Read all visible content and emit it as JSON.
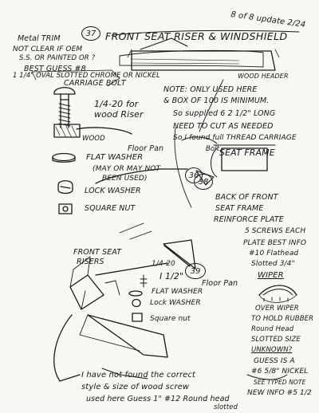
{
  "header": {
    "page_number": "37",
    "title": "FRONT SEAT RISER & WINDSHIELD",
    "update": "8 of 8 update 2/24"
  },
  "trim_note": {
    "line1": "Metal TRIM",
    "line2": "NOT CLEAR IF OEM",
    "line3": "S.S. OR PAINTED OR ?",
    "line4": "BEST GUESS #8",
    "line5": "1 1/4\" OVAL SLOTTED CHROME OR NICKEL"
  },
  "wood_header_label": "WOOD HEADER",
  "bolt": {
    "label": "CARRIAGE BOLT",
    "spec1": "1/4-20 for",
    "spec2": "wood Riser"
  },
  "supply_note": {
    "line1": "NOTE: ONLY USED HERE",
    "line2": "& BOX OF 100 IS MINIMUM.",
    "line3": "So supplied 6 2 1/2\" LONG",
    "line4": "NEED TO CUT AS NEEDED",
    "line5": "So I found full THREAD CARRIAGE",
    "line6": "Bolt."
  },
  "hardware_stack": {
    "wood": "WOOD",
    "floor_pan": "Floor Pan",
    "flat_washer": "FLAT WASHER",
    "washer_note1": "(MAY OR MAY NOT",
    "washer_note2": "BEEN USED)",
    "lock_washer": "LOCK WASHER",
    "square_nut": "SQUARE NUT"
  },
  "seat_frame": {
    "page_ref": "36",
    "title": "SEAT FRAME",
    "callout": "38",
    "desc1": "BACK OF FRONT",
    "desc2": "SEAT FRAME",
    "desc3": "REINFORCE PLATE",
    "desc4": "5 SCREWS EACH",
    "desc5": "PLATE BEST INFO",
    "desc6": "#10 Flathead",
    "desc7": "Slotted 3/4\""
  },
  "risers": {
    "label1": "FRONT SEAT",
    "label2": "RISERS",
    "callout": "39",
    "bolt_size": "1/4-20",
    "length": "I 1/2\"",
    "floor_pan": "Floor Pan",
    "flat_washer": "FLAT WASHER",
    "lock_washer": "Lock WASHER",
    "square_nut": "Square nut"
  },
  "wiper": {
    "title": "WIPER",
    "desc1": "OVER WIPER",
    "desc2": "TO HOLD RUBBER",
    "desc3": "Round Head",
    "desc4": "SLOTTED SIZE",
    "desc5": "UNKNOWN?",
    "guess1": "GUESS IS A",
    "guess2": "#6 5/8\" NICKEL",
    "see_note": "SEE TYPED NOTE",
    "new_info": "NEW INFO #5 1/2"
  },
  "bottom_note": {
    "line1": "I have not found the correct",
    "line2": "style & size of wood screw",
    "line3": "used here  Guess 1\" #12 Round head",
    "line4": "slotted"
  }
}
